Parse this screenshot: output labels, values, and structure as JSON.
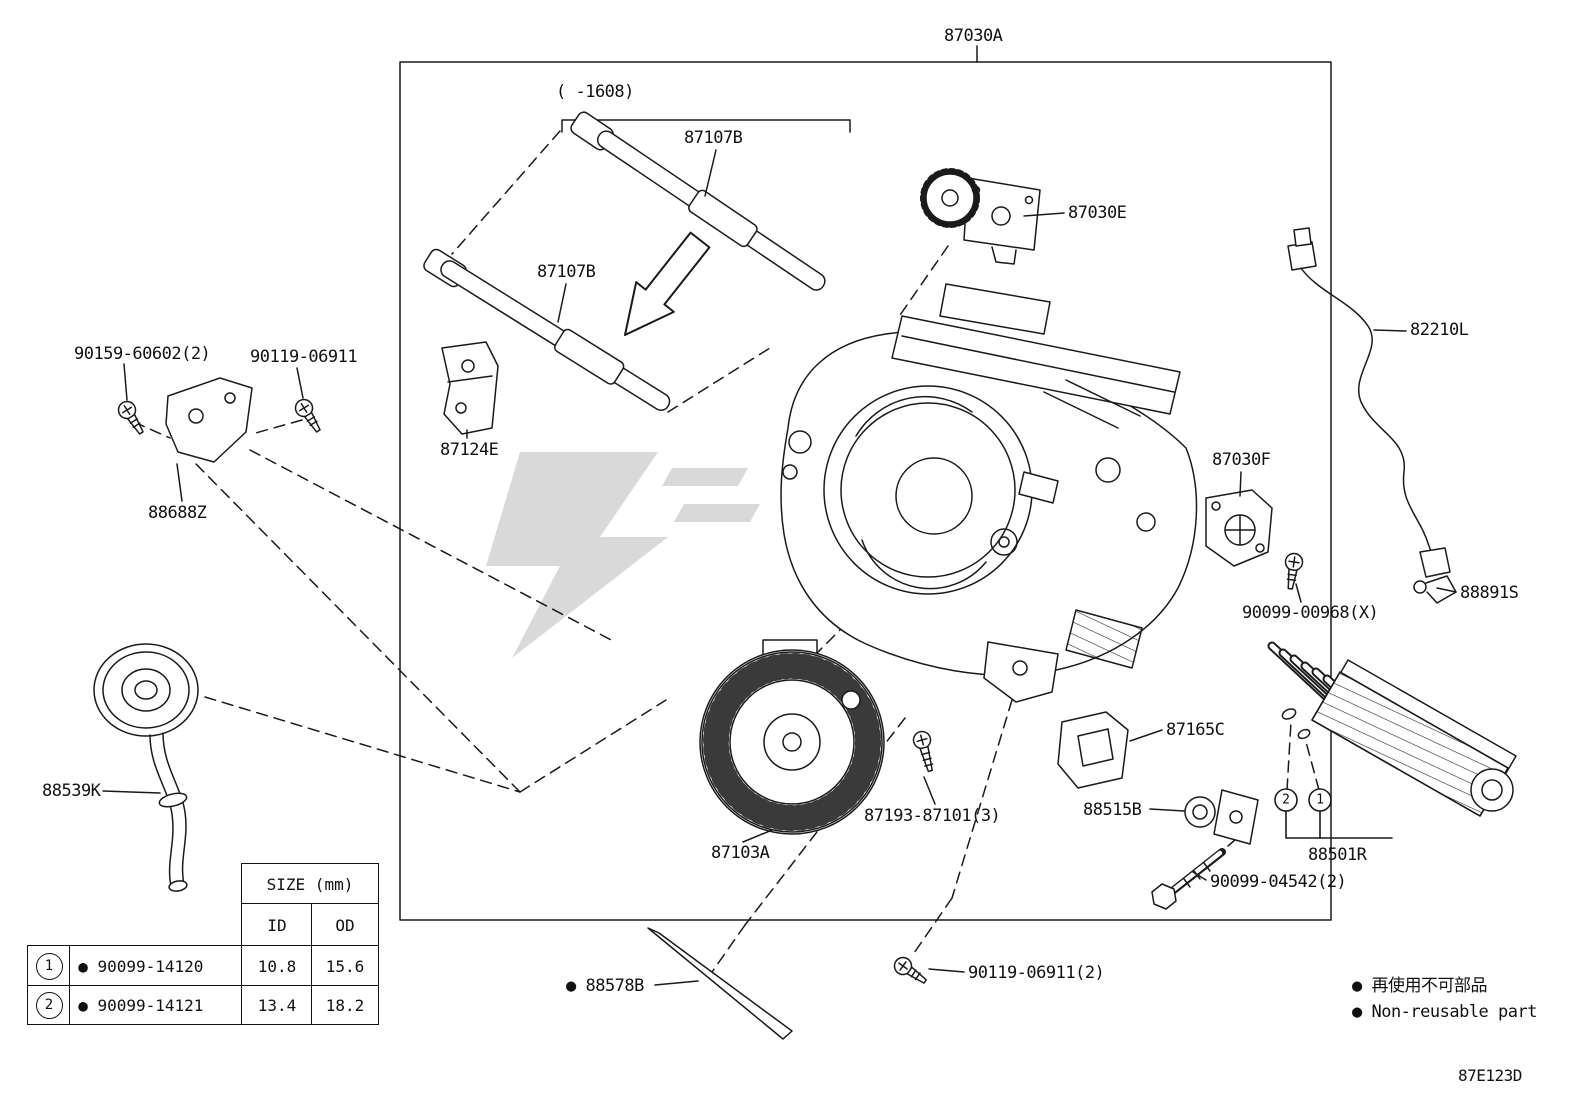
{
  "diagram": {
    "code": "87E123D",
    "range_note": "(  -1608)"
  },
  "labels": {
    "main_assembly": "87030A",
    "pipe_upper": "87107B",
    "pipe_lower": "87107B",
    "servo_e": "87030E",
    "wire": "82210L",
    "screw_left": "90159-60602(2)",
    "screw_right": "90119-06911",
    "bracket_pipe": "87124E",
    "bracket_left": "88688Z",
    "servo_f": "87030F",
    "screw_servo": "90099-00968(X)",
    "clamp": "88891S",
    "resistor": "87165C",
    "hose": "88539K",
    "screw_blower": "87193-87101(3)",
    "grommet": "88515B",
    "evaporator": "88501R",
    "blower": "87103A",
    "bolt": "90099-04542(2)",
    "seal": "● 88578B",
    "screw_bottom": "90119-06911(2)"
  },
  "callouts": {
    "c1": "1",
    "c2": "2"
  },
  "size_table": {
    "title": "SIZE (mm)",
    "col_id": "ID",
    "col_od": "OD",
    "rows": [
      {
        "num": "1",
        "part": "● 90099-14120",
        "id_mm": "10.8",
        "od_mm": "15.6"
      },
      {
        "num": "2",
        "part": "● 90099-14121",
        "id_mm": "13.4",
        "od_mm": "18.2"
      }
    ]
  },
  "legend": {
    "jp": "● 再使用不可部品",
    "en": "● Non-reusable part"
  }
}
